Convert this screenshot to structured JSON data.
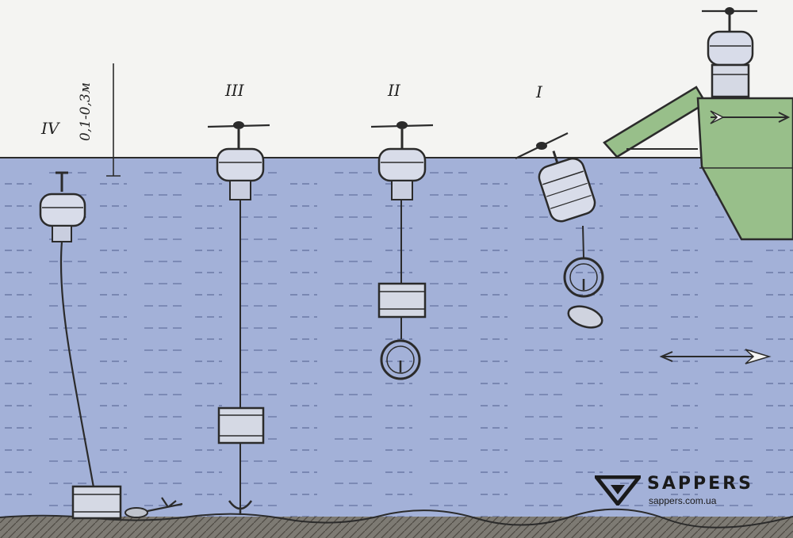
{
  "labels": {
    "stage_iv": "IV",
    "stage_iii": "III",
    "stage_ii": "II",
    "stage_i": "I",
    "depth": "0,1-0,3м"
  },
  "brand": {
    "name": "SAPPERS",
    "url": "sappers.com.ua"
  },
  "colors": {
    "water": "#a3b1d8",
    "sky": "#f4f4f2",
    "ship": "#98bf8a",
    "seabed": "#7d7a73",
    "ink": "#2b2b2b"
  }
}
